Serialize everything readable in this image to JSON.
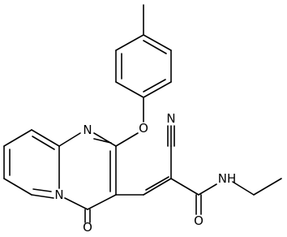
{
  "molecule": {
    "atoms": {
      "pyrimidine_n_top": "N",
      "bridgehead_n": "N",
      "ether_oxygen": "O",
      "nitrile_nitrogen": "N",
      "carbonyl_oxygen_ring": "O",
      "amide_oxygen": "O",
      "amide_nh": "NH"
    }
  }
}
